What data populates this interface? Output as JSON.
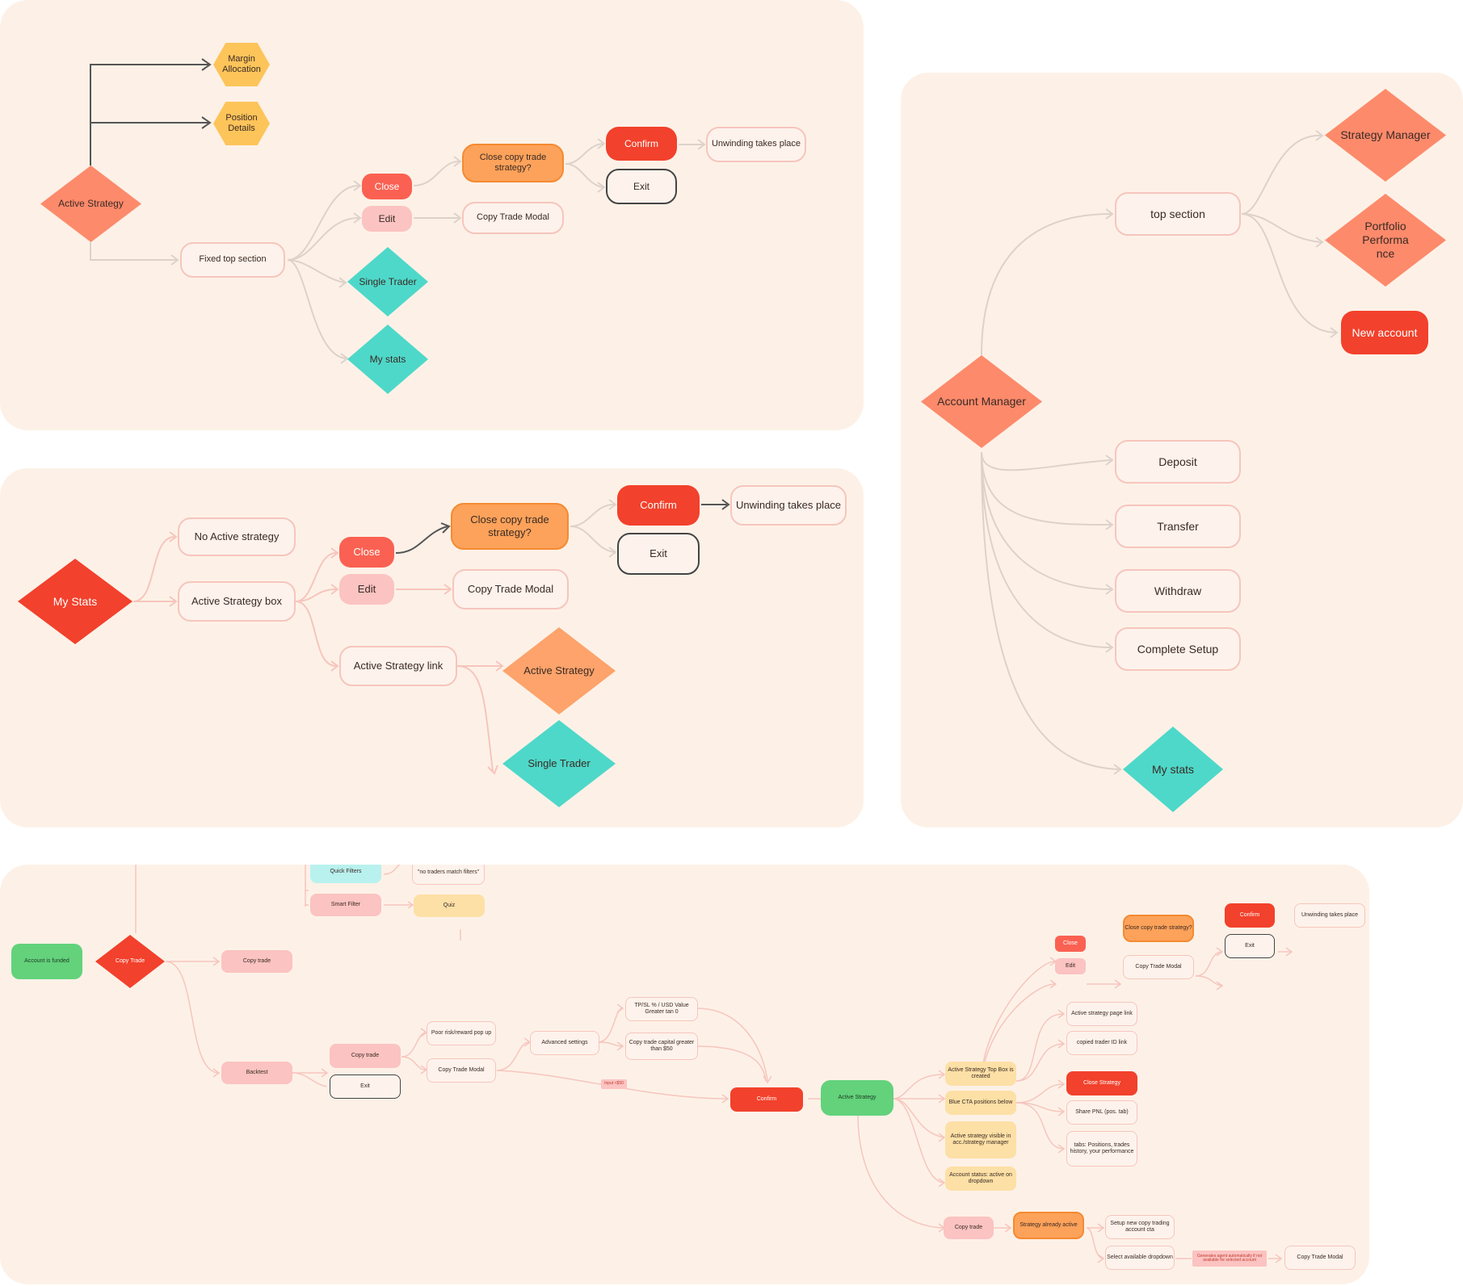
{
  "colors": {
    "panel_bg": "#fdf1e7",
    "red": "#f2412c",
    "coral": "#fa6152",
    "pink": "#fbc3c1",
    "orange": "#fda25a",
    "teal": "#4ed8c9",
    "green": "#63d27b",
    "yellow": "#fdc45a"
  },
  "flow1": {
    "active_strategy": "Active Strategy",
    "margin_allocation": "Margin Allocation",
    "position_details": "Position Details",
    "fixed_top_section": "Fixed top section",
    "close": "Close",
    "edit": "Edit",
    "close_copy_trade": "Close copy trade strategy?",
    "copy_trade_modal": "Copy Trade Modal",
    "confirm": "Confirm",
    "exit": "Exit",
    "unwinding": "Unwinding takes place",
    "single_trader": "Single Trader",
    "my_stats": "My stats"
  },
  "flow2": {
    "my_stats": "My Stats",
    "no_active_strategy": "No Active strategy",
    "active_strategy_box": "Active Strategy box",
    "active_strategy_link": "Active Strategy link",
    "close": "Close",
    "edit": "Edit",
    "close_copy_trade": "Close copy trade strategy?",
    "copy_trade_modal": "Copy Trade Modal",
    "confirm": "Confirm",
    "exit": "Exit",
    "unwinding": "Unwinding takes place",
    "active_strategy": "Active Strategy",
    "single_trader": "Single Trader"
  },
  "flow3": {
    "account_manager": "Account Manager",
    "top_section": "top section",
    "strategy_manager": "Strategy Manager",
    "portfolio_performance": "Portfolio Performa nce",
    "new_account": "New account",
    "deposit": "Deposit",
    "transfer": "Transfer",
    "withdraw": "Withdraw",
    "complete_setup": "Complete Setup",
    "my_stats": "My stats"
  },
  "flow4": {
    "quick_filters": "Quick Filters",
    "no_traders_match": "\"no traders match filters\"",
    "smart_filter": "Smart Filter",
    "quiz": "Quiz",
    "account_funded": "Account is funded",
    "copy_trade_diamond": "Copy Trade",
    "copy_trade_top": "Copy trade",
    "backtest": "Backtest",
    "copy_trade_mid": "Copy trade",
    "exit_mid": "Exit",
    "poor_risk": "Poor risk/reward pop up",
    "copy_trade_modal_mid": "Copy Trade Modal",
    "advanced_settings": "Advanced settings",
    "tpsl": "TP/SL % / USD Value Greater tan 0",
    "capital": "Copy trade capital greater than $50",
    "input_tag": "Input <$50",
    "confirm": "Confirm",
    "active_strategy": "Active Strategy",
    "top_box": "Active Strategy Top Box is created",
    "blue_cta": "Blue CTA positions below",
    "visible": "Active strategy visible in acc./strategy manager",
    "status": "Account status: active on dropdown",
    "close": "Close",
    "edit": "Edit",
    "close_copy_trade": "Close copy trade strategy?",
    "copy_trade_modal_right": "Copy Trade Modal",
    "confirm_right": "Confirm",
    "exit_right": "Exit",
    "unwinding": "Unwinding takes place",
    "page_link": "Active strategy page link",
    "copied_id": "copied trader ID link",
    "close_strategy": "Close Strategy",
    "share_pnl": "Share PNL (pos. tab)",
    "tabs": "tabs: Positions, trades history, your performance",
    "copy_trade_bottom": "Copy trade",
    "already_active": "Strategy already active",
    "setup_new": "Setup new copy trading account cta",
    "select_available": "Select available dropdown",
    "agent_note": "Generates agent automatically if not available for selected account",
    "copy_trade_modal_bottom": "Copy Trade Modal"
  }
}
